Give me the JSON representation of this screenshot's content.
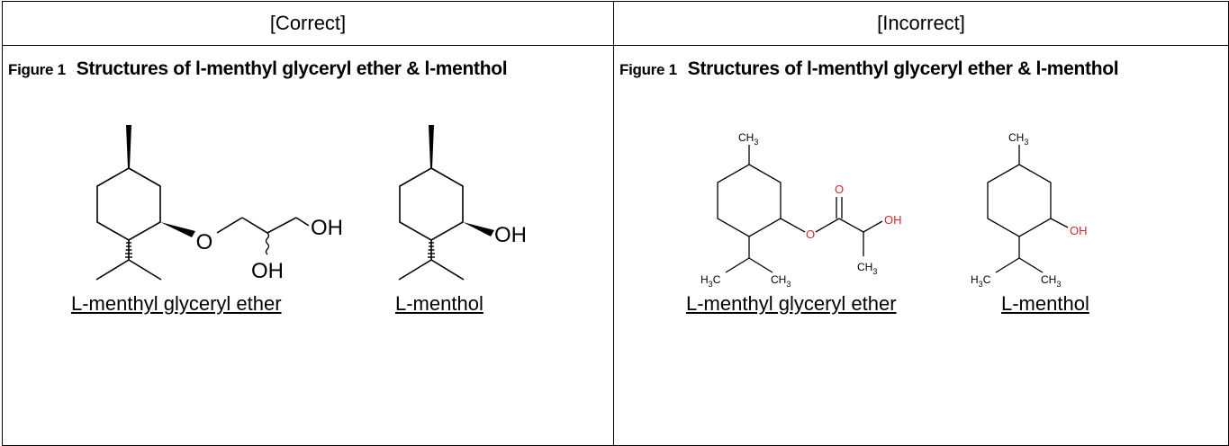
{
  "header": {
    "correct_label": "[Correct]",
    "incorrect_label": "[Incorrect]"
  },
  "correct": {
    "figure_num": "Figure 1",
    "figure_title": "Structures of l-menthyl glyceryl ether & l-menthol",
    "mol1": {
      "o": "O",
      "oh1": "OH",
      "oh2": "OH"
    },
    "mol2": {
      "oh": "OH"
    },
    "caption1": "L-menthyl glyceryl ether",
    "caption2": "L-menthol"
  },
  "incorrect": {
    "figure_num": "Figure 1",
    "figure_title": "Structures of l-menthyl glyceryl ether & l-menthol",
    "mol1": {
      "ch3_top": "CH",
      "sub3": "3",
      "o_ester": "O",
      "o_carbonyl": "O",
      "oh": "OH",
      "ch3_right": "CH",
      "h3c": "H",
      "ch3_iso": "CH"
    },
    "mol2": {
      "ch3_top": "CH",
      "sub3": "3",
      "oh": "OH",
      "h3c": "H",
      "ch3_iso": "CH"
    },
    "caption1": "L-menthyl glyceryl ether",
    "caption2": "L-menthol"
  },
  "colors": {
    "heteroatom_red": "#d9262b",
    "line": "#000000"
  }
}
